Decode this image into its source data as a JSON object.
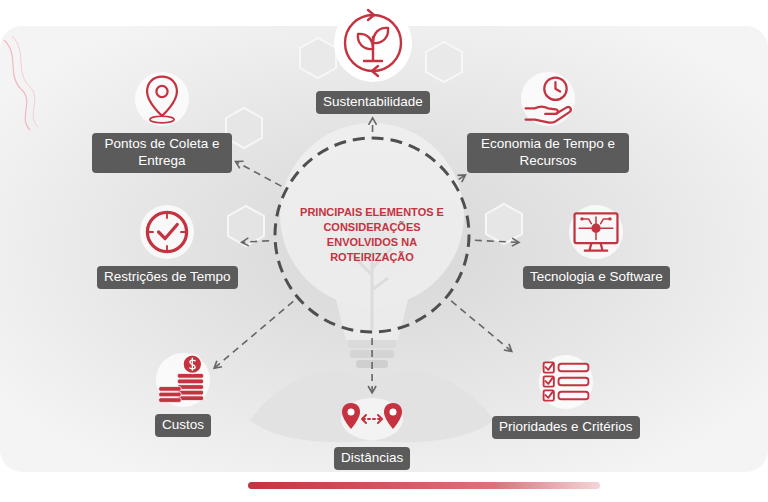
{
  "diagram": {
    "nodes": [
      {
        "text": [
          "PRINCIPAIS ELEMENTOS E CONSIDERAÇÕES ENVOLVIDOS NA ROTEIRIZAÇÃO"
        ]
      },
      {
        "text": [
          "Sustentabilidade"
        ]
      },
      {
        "text": [
          "Pontos de Coleta e Entrega"
        ]
      },
      {
        "text": [
          "Economia de Tempo e Recursos"
        ]
      },
      {
        "text": [
          "Restrições de Tempo"
        ]
      },
      {
        "text": [
          "Tecnologia e Software"
        ]
      },
      {
        "text": [
          "Custos"
        ]
      },
      {
        "text": [
          "Prioridades e Critérios"
        ]
      },
      {
        "text": [
          "Distâncias"
        ]
      }
    ],
    "edges": [
      {
        "from": 0,
        "to": 1,
        "arrow": "to"
      },
      {
        "from": 0,
        "to": 2,
        "arrow": "to"
      },
      {
        "from": 0,
        "to": 3,
        "arrow": "to"
      },
      {
        "from": 0,
        "to": 4,
        "arrow": "to"
      },
      {
        "from": 0,
        "to": 5,
        "arrow": "to"
      },
      {
        "from": 0,
        "to": 6,
        "arrow": "to"
      },
      {
        "from": 0,
        "to": 7,
        "arrow": "to"
      },
      {
        "from": 0,
        "to": 8,
        "arrow": "to"
      }
    ]
  }
}
